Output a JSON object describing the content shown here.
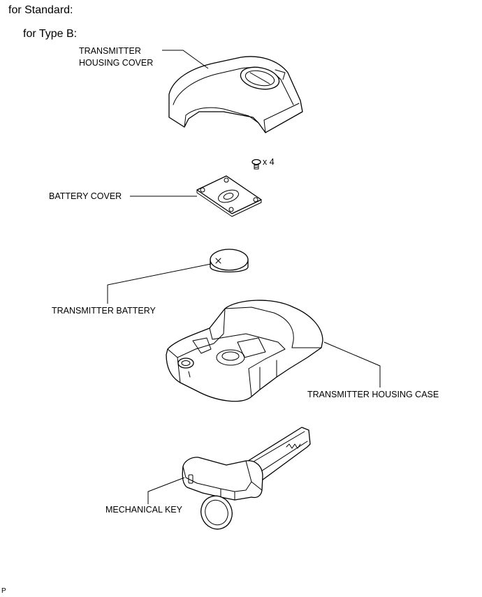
{
  "headings": {
    "standard": "for Standard:",
    "type_b": "for Type B:"
  },
  "labels": {
    "housing_cover": "TRANSMITTER\nHOUSING COVER",
    "screw_count": "x 4",
    "battery_cover": "BATTERY COVER",
    "battery": "TRANSMITTER BATTERY",
    "housing_case": "TRANSMITTER HOUSING CASE",
    "mechanical_key": "MECHANICAL KEY"
  },
  "footer": {
    "code": "P"
  }
}
